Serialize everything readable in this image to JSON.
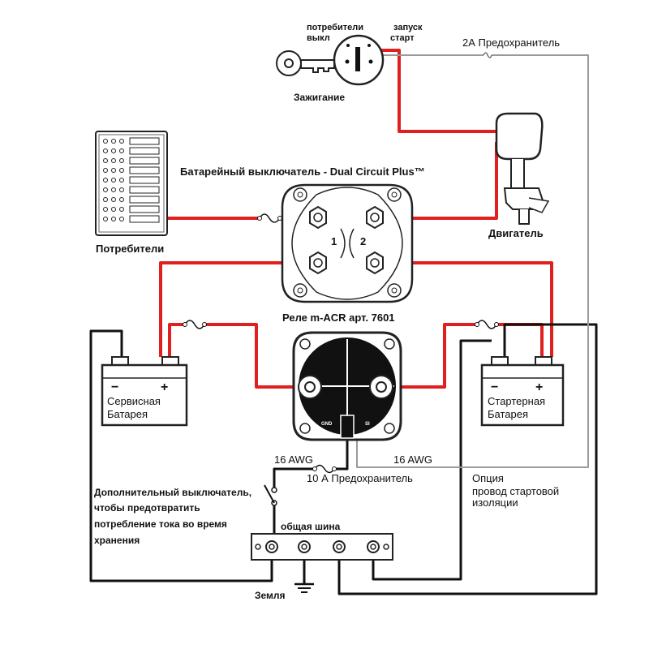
{
  "labels": {
    "consumers_off": "потребители",
    "off": "выкл",
    "start": "запуск",
    "start2": "старт",
    "ignition": "Зажигание",
    "fuse_2a": "2А Предохранитель",
    "battery_switch": "Батарейный выключатель - Dual Circuit Plus™",
    "consumers": "Потребители",
    "engine": "Двигатель",
    "relay": "Реле m-ACR арт. 7601",
    "service_battery_1": "Сервисная",
    "service_battery_2": "Батарея",
    "starter_battery_1": "Стартерная",
    "starter_battery_2": "Батарея",
    "gauge_left": "16 AWG",
    "gauge_right": "16 AWG",
    "fuse_10a": "10 А Предохранитель",
    "option_1": "Опция",
    "option_2": "провод стартовой",
    "option_3": "изоляции",
    "extra_switch_1": "Дополнительный выключатель,",
    "extra_switch_2": "чтобы предотвратить",
    "extra_switch_3": "потребление тока во время",
    "extra_switch_4": "хранения",
    "bus_bar": "общая шина",
    "ground": "Земля",
    "post_1": "1",
    "post_2": "2",
    "minus": "−",
    "plus": "+",
    "gnd": "GND",
    "si": "SI"
  },
  "colors": {
    "positive_wire": "#e02020",
    "negative_wire": "#111111",
    "signal_wire": "#9a9a9a"
  }
}
